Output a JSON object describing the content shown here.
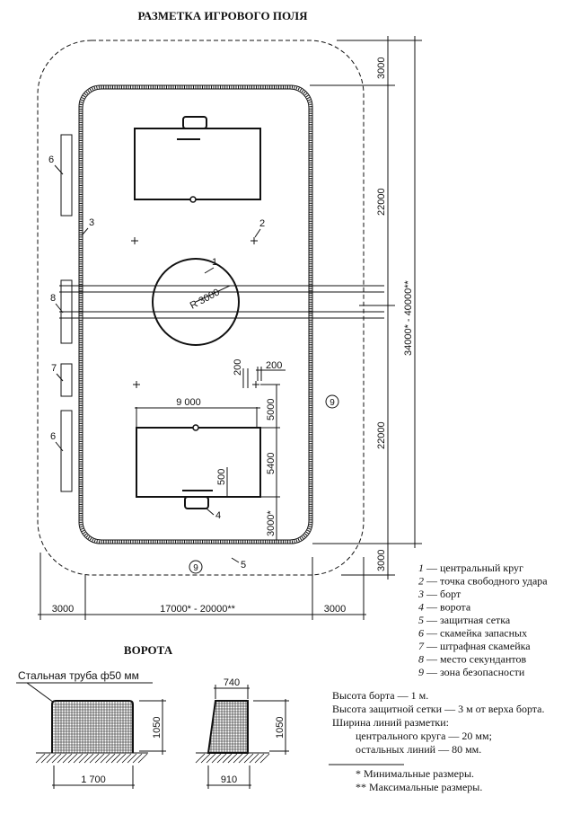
{
  "title": "РАЗМЕТКА ИГРОВОГО ПОЛЯ",
  "field": {
    "labels": {
      "center_circle": "1",
      "free_kick_point": "2",
      "board": "3",
      "goal": "4",
      "net": "5",
      "bench_top": "6",
      "bench_bottom": "6",
      "penalty_bench": "7",
      "seconds_place": "8",
      "safety_zone_right": "9",
      "safety_zone_bottom": "9"
    },
    "radius_label": "R 3000",
    "dims": {
      "top_safety": "3000",
      "upper_half": "22000",
      "lower_half": "22000",
      "bottom_safety": "3000",
      "total_length": "34000* - 40000**",
      "left_safety": "3000",
      "total_width": "17000* - 20000**",
      "right_safety": "3000",
      "zone_width": "9 000",
      "offset_a": "200",
      "offset_b": "200",
      "to_zone": "5000",
      "zone_depth": "5400",
      "zone_to_board": "3000*",
      "goal_line": "500"
    }
  },
  "legend": [
    {
      "num": "1",
      "text": "— центральный круг"
    },
    {
      "num": "2",
      "text": "— точка свободного удара"
    },
    {
      "num": "3",
      "text": "— борт"
    },
    {
      "num": "4",
      "text": "— ворота"
    },
    {
      "num": "5",
      "text": "— защитная сетка"
    },
    {
      "num": "6",
      "text": "— скамейка запасных"
    },
    {
      "num": "7",
      "text": "— штрафная скамейка"
    },
    {
      "num": "8",
      "text": "— место секундантов"
    },
    {
      "num": "9",
      "text": "— зона безопасности"
    }
  ],
  "notes": [
    "Высота борта — 1 м.",
    "Высота защитной сетки — 3 м от верха борта.",
    "Ширина линий разметки:",
    "центрального круга — 20 мм;",
    "остальных линий — 80 мм."
  ],
  "footnotes": [
    "* Минимальные размеры.",
    "** Максимальные размеры."
  ],
  "goals": {
    "title": "ВОРОТА",
    "pipe_label": "Стальная труба ф50 мм",
    "front_height": "1050",
    "front_width": "1 700",
    "side_top": "740",
    "side_bottom": "910",
    "side_height": "1050"
  }
}
